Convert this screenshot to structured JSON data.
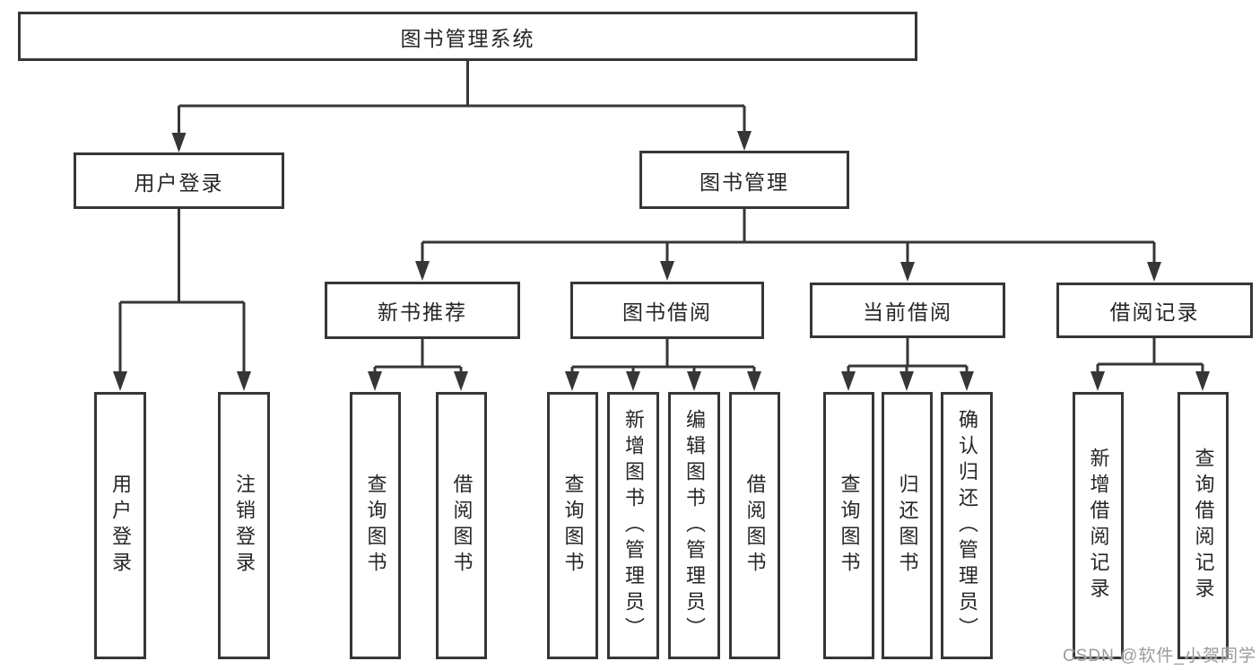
{
  "colors": {
    "line": "#363636",
    "text": "#262626",
    "bg": "#ffffff",
    "watermark": "#9b9b9b"
  },
  "watermark": "CSDN @软件_小贺同学",
  "tree": {
    "label": "图书管理系统",
    "children": [
      {
        "label": "用户登录",
        "children": [
          {
            "label": "用户登录"
          },
          {
            "label": "注销登录"
          }
        ]
      },
      {
        "label": "图书管理",
        "children": [
          {
            "label": "新书推荐",
            "children": [
              {
                "label": "查询图书"
              },
              {
                "label": "借阅图书"
              }
            ]
          },
          {
            "label": "图书借阅",
            "children": [
              {
                "label": "查询图书"
              },
              {
                "label": "新增图书（管理员）"
              },
              {
                "label": "编辑图书（管理员）"
              },
              {
                "label": "借阅图书"
              }
            ]
          },
          {
            "label": "当前借阅",
            "children": [
              {
                "label": "查询图书"
              },
              {
                "label": "归还图书"
              },
              {
                "label": "确认归还（管理员）"
              }
            ]
          },
          {
            "label": "借阅记录",
            "children": [
              {
                "label": "新增借阅记录"
              },
              {
                "label": "查询借阅记录"
              }
            ]
          }
        ]
      }
    ]
  }
}
